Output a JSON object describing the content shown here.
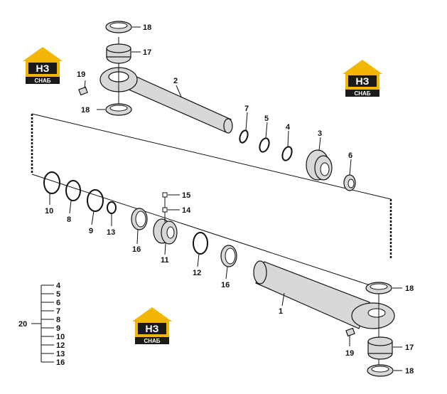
{
  "brand": {
    "name": "НЗ",
    "sub": "СНАБ",
    "accent": "#f2b705",
    "dark": "#1a1a1a"
  },
  "callouts": {
    "p1": "1",
    "p2": "2",
    "p3": "3",
    "p4": "4",
    "p5": "5",
    "p6": "6",
    "p7": "7",
    "p8": "8",
    "p9": "9",
    "p10": "10",
    "p11": "11",
    "p12": "12",
    "p13": "13",
    "p14": "14",
    "p15": "15",
    "p16a": "16",
    "p16b": "16",
    "p17a": "17",
    "p17b": "17",
    "p18a": "18",
    "p18b": "18",
    "p18c": "18",
    "p18d": "18",
    "p19a": "19",
    "p19b": "19"
  },
  "kit": {
    "label": "20",
    "items": [
      "4",
      "5",
      "6",
      "7",
      "8",
      "9",
      "10",
      "12",
      "13",
      "16"
    ]
  }
}
